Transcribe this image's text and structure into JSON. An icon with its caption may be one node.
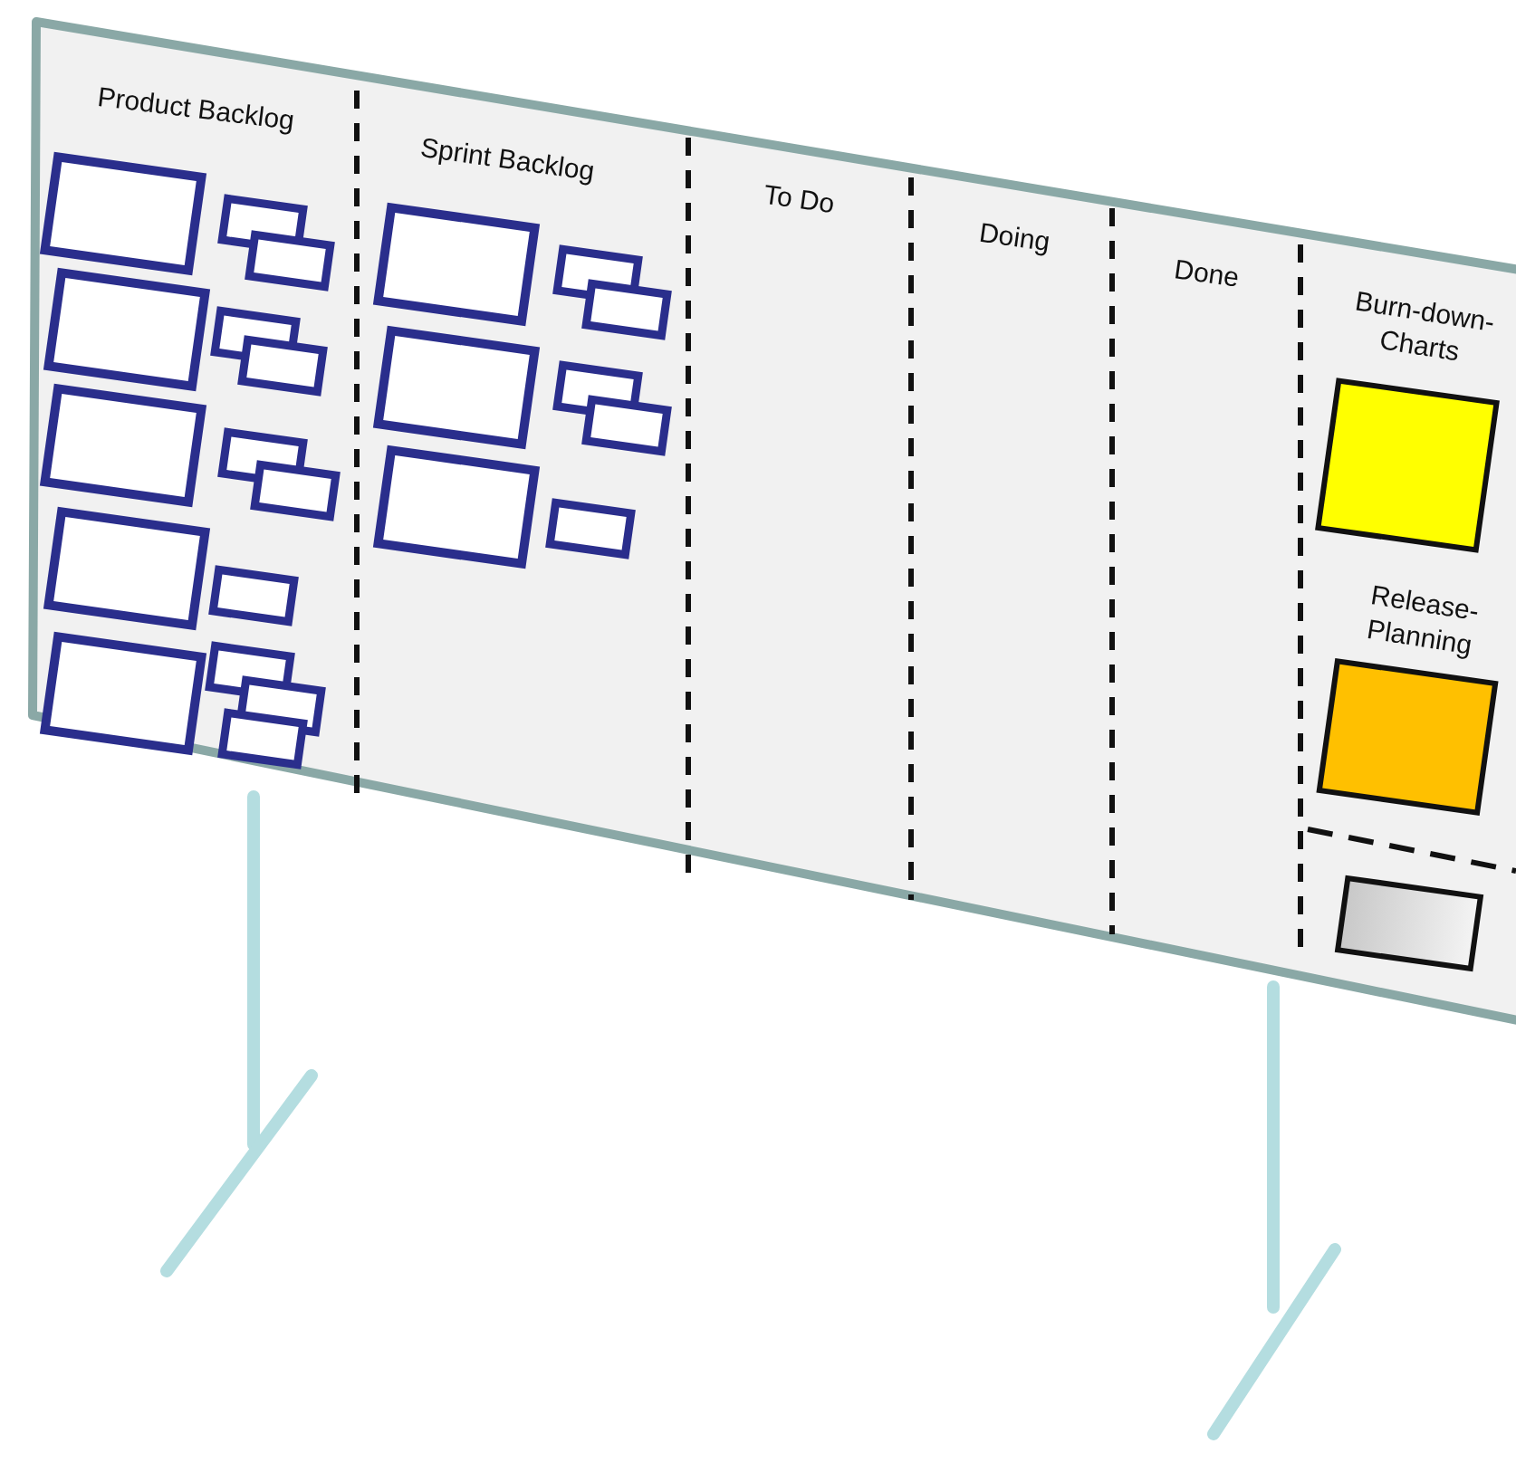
{
  "diagram": {
    "labels": [
      "Product Backlog",
      "Sprint Backlog",
      "To Do",
      "Doing",
      "Done",
      "Burn-down- Charts",
      "Release- Planning"
    ]
  }
}
